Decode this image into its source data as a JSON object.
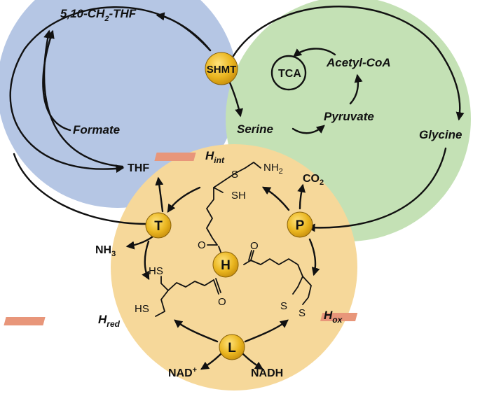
{
  "diagram": {
    "metabolites": {
      "methylene_thf": "5,10-CH",
      "methylene_thf_sub": "2",
      "methylene_thf_tail": "-THF",
      "formate": "Formate",
      "thf": "THF",
      "serine": "Serine",
      "pyruvate": "Pyruvate",
      "acetyl_coa": "Acetyl-CoA",
      "glycine": "Glycine",
      "co2": "CO",
      "co2_sub": "2",
      "nh3": "NH",
      "nh3_sub": "3",
      "nad": "NAD",
      "nad_sup": "+",
      "nadh": "NADH"
    },
    "cycles": {
      "tca": "TCA"
    },
    "enzymes": {
      "shmt": "SHMT",
      "t_protein": "T",
      "p_protein": "P",
      "h_protein": "H",
      "l_protein": "L"
    },
    "h_states": {
      "h_int": "H",
      "h_int_sub": "int",
      "h_ox": "H",
      "h_ox_sub": "ox",
      "h_red": "H",
      "h_red_sub": "red"
    },
    "structure_labels": {
      "sh_top": "SH",
      "s_top": "S",
      "nh2": "NH",
      "nh2_sub": "2",
      "o_left": "O",
      "o_right": "O",
      "o_lower": "O",
      "hs_upper": "HS",
      "hs_lower": "HS",
      "s_ox_1": "S",
      "s_ox_2": "S"
    },
    "colors": {
      "blue_circle": "#b5c6e4",
      "green_circle": "#c4e1b5",
      "yellow_circle": "#f6d89a",
      "enzyme_node": "#e9b41c",
      "tag": "#e8967a"
    }
  }
}
